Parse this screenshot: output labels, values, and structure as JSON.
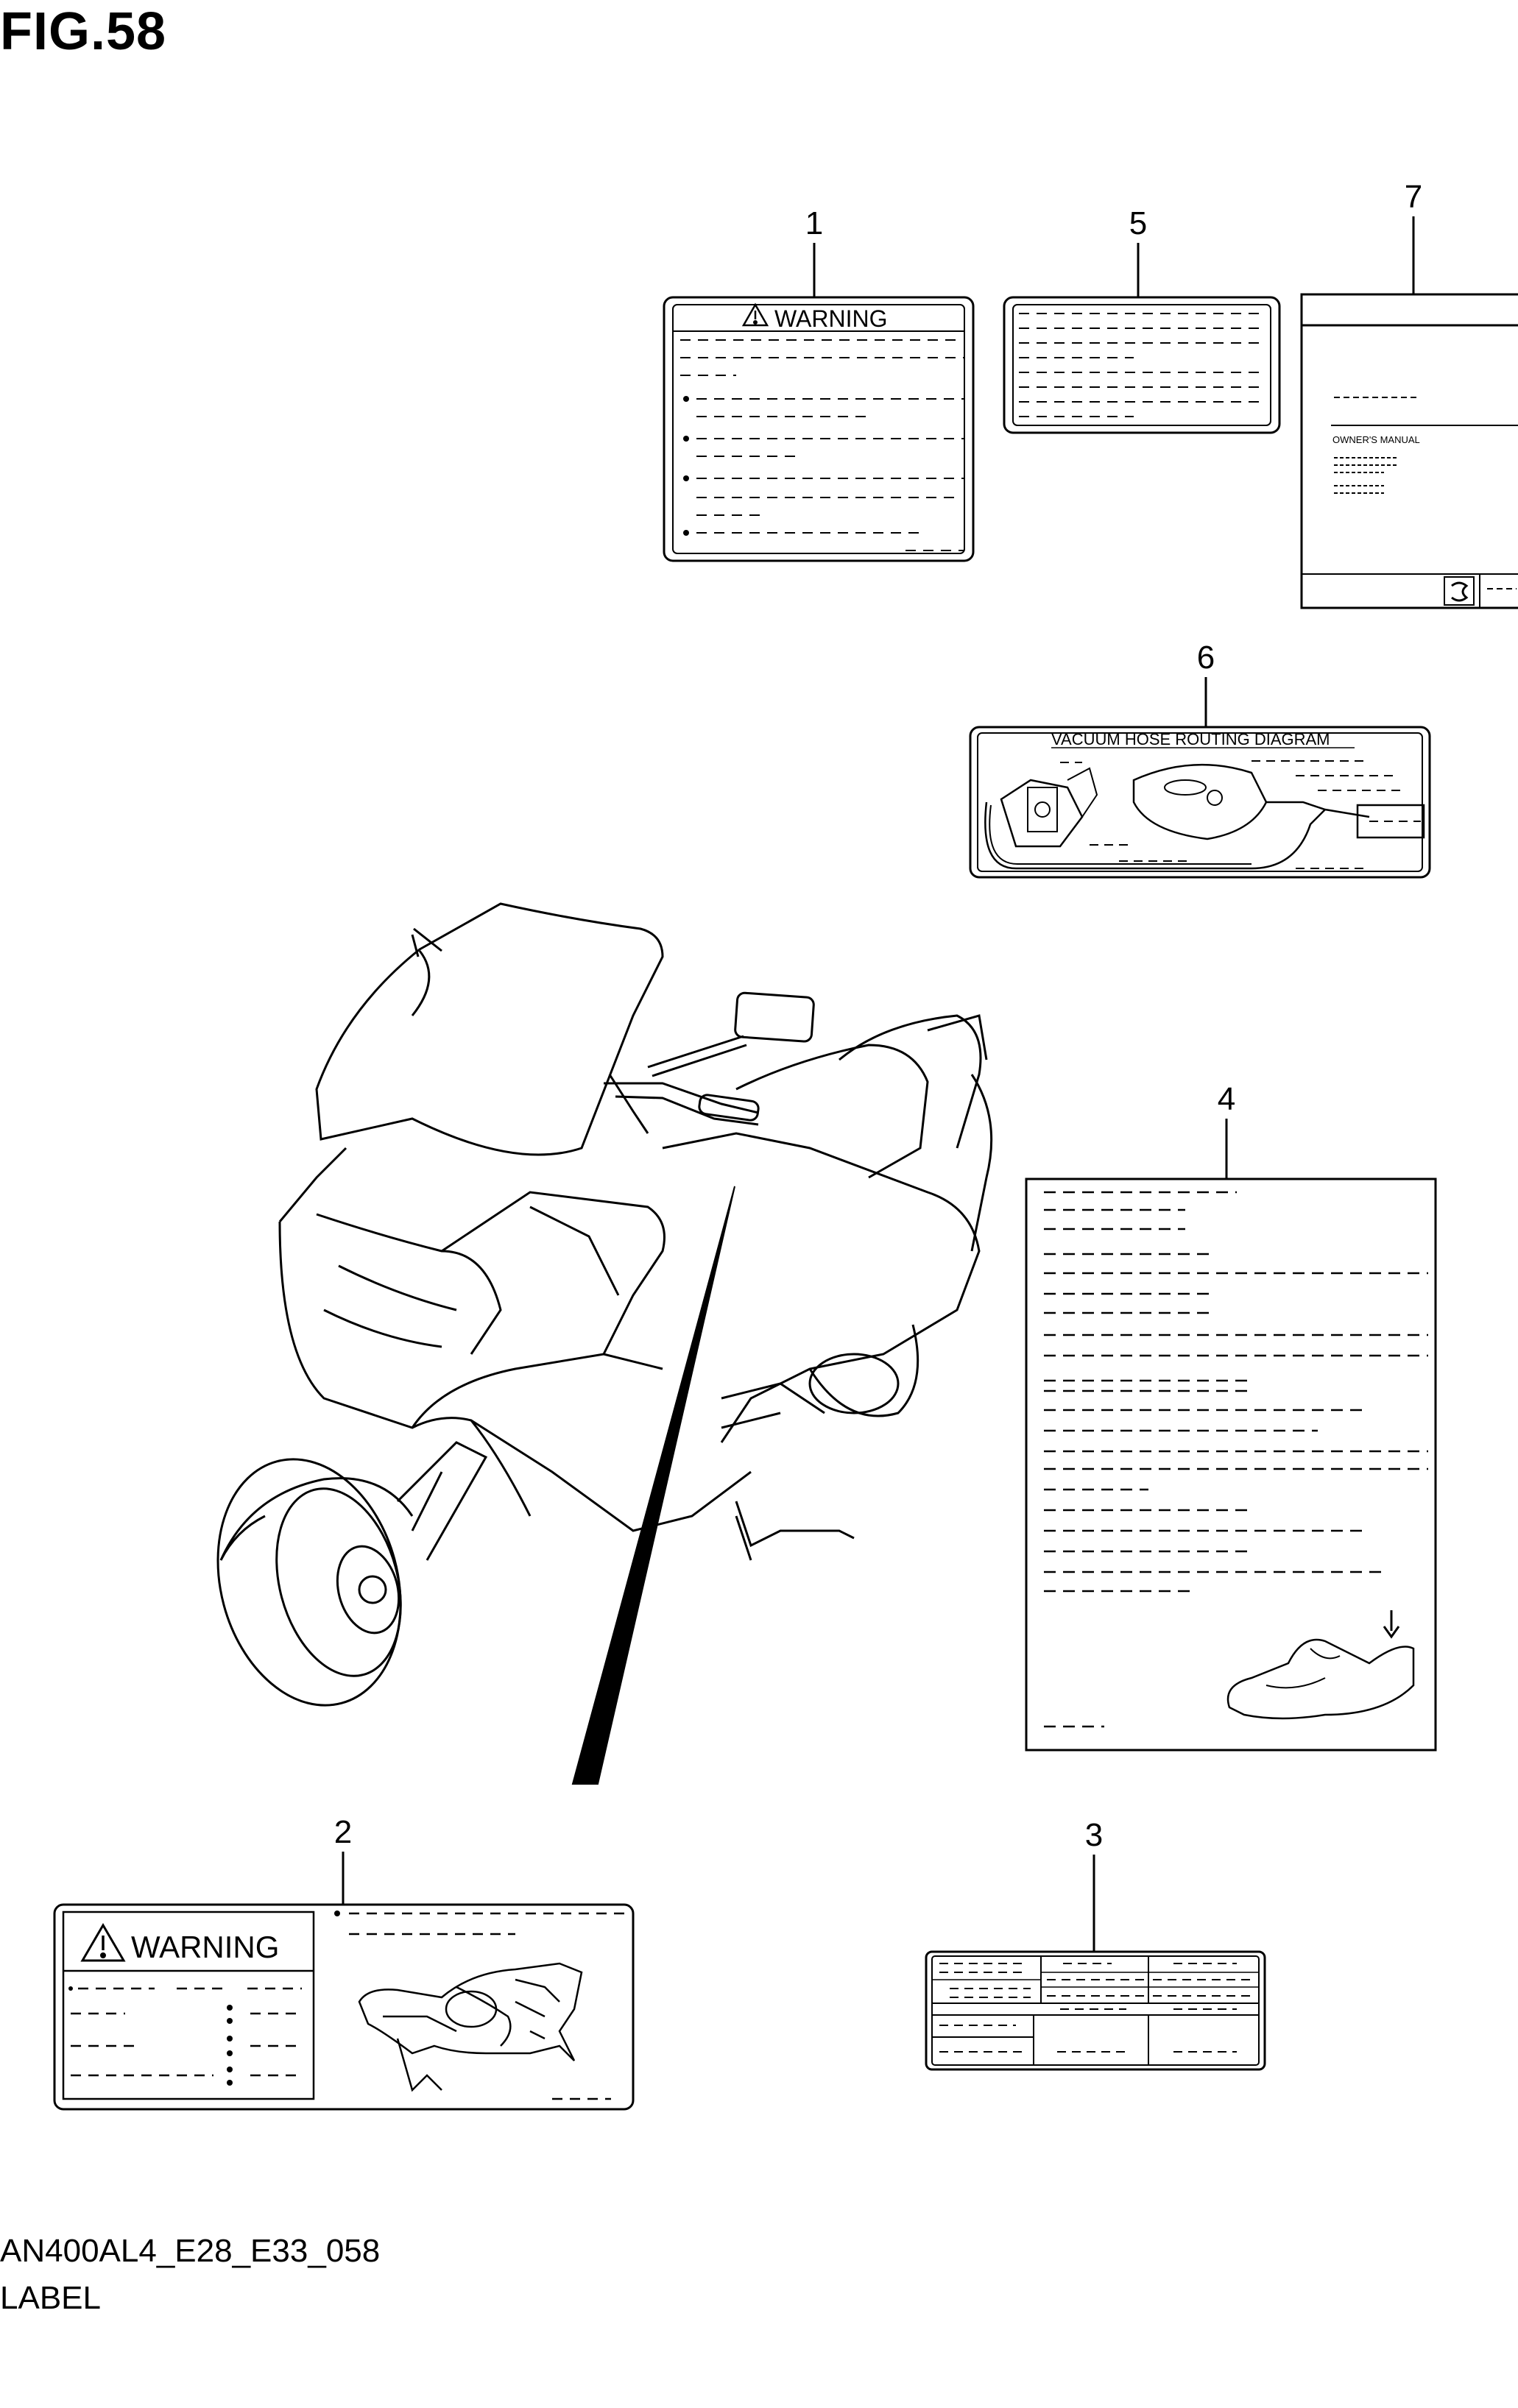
{
  "figure_title": "FIG.58",
  "model_code": "AN400AL4_E28_E33_058",
  "caption": "LABEL",
  "callouts": [
    "1",
    "2",
    "3",
    "4",
    "5",
    "6",
    "7"
  ],
  "label1": {
    "heading": "WARNING"
  },
  "label2": {
    "heading": "WARNING"
  },
  "label6": {
    "heading": "VACUUM  HOSE  ROUTING  DIAGRAM"
  },
  "label7": {
    "subheading": "OWNER'S MANUAL"
  },
  "icons": {
    "warning": "warning-triangle-icon",
    "brand": "brand-logo-icon",
    "arrow": "down-arrow-icon"
  }
}
